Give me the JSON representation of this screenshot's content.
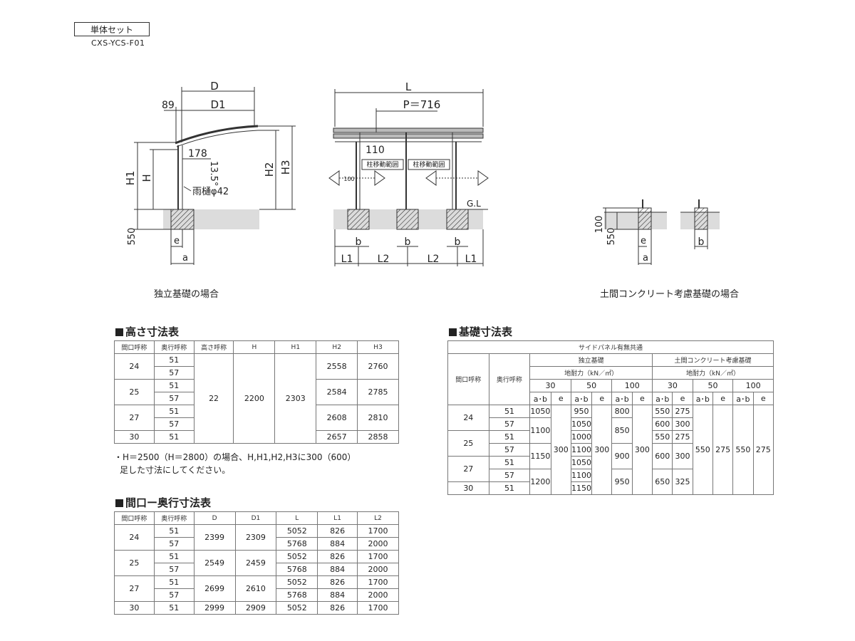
{
  "header": {
    "tag": "単体セット",
    "model": "CXS-YCS-F01"
  },
  "diagram": {
    "side": {
      "D": "D",
      "D1": "D1",
      "d89": "89",
      "H1": "H1",
      "H": "H",
      "H2": "H2",
      "H3": "H3",
      "d178": "178",
      "angle": "13.5°",
      "gutter": "雨樋φ42",
      "d550": "550",
      "e": "e",
      "a": "a"
    },
    "front": {
      "L": "L",
      "P": "P＝716",
      "d110": "110",
      "range1": "柱移動範囲",
      "range2": "柱移動範囲",
      "d100": "100",
      "gl": "G.L",
      "b": "b",
      "L1": "L1",
      "L2": "L2"
    },
    "detail": {
      "d100": "100",
      "d550": "550",
      "e": "e",
      "a": "a",
      "b": "b"
    },
    "caption_left": "独立基礎の場合",
    "caption_right": "土間コンクリート考慮基礎の場合"
  },
  "height_table": {
    "title": "高さ寸法表",
    "headers": [
      "間口呼称",
      "奥行呼称",
      "高さ呼称",
      "H",
      "H1",
      "H2",
      "H3"
    ],
    "shared": {
      "height_code": "22",
      "H": "2200",
      "H1": "2303"
    },
    "groups": [
      {
        "width": "24",
        "rows": [
          {
            "depth": "51"
          },
          {
            "depth": "57"
          }
        ],
        "H2": "2558",
        "H3": "2760"
      },
      {
        "width": "25",
        "rows": [
          {
            "depth": "51"
          },
          {
            "depth": "57"
          }
        ],
        "H2": "2584",
        "H3": "2785"
      },
      {
        "width": "27",
        "rows": [
          {
            "depth": "51"
          },
          {
            "depth": "57"
          }
        ],
        "H2": "2608",
        "H3": "2810"
      },
      {
        "width": "30",
        "rows": [
          {
            "depth": "51"
          }
        ],
        "H2": "2657",
        "H3": "2858"
      }
    ],
    "note1": "・H＝2500（H＝2800）の場合、H,H1,H2,H3に300（600）",
    "note2": "足した寸法にしてください。"
  },
  "width_table": {
    "title": "間口ー奥行寸法表",
    "headers": [
      "間口呼称",
      "奥行呼称",
      "D",
      "D1",
      "L",
      "L1",
      "L2"
    ],
    "groups": [
      {
        "width": "24",
        "rows": [
          {
            "depth": "51",
            "L": "5052",
            "L1": "826",
            "L2": "1700"
          },
          {
            "depth": "57",
            "L": "5768",
            "L1": "884",
            "L2": "2000"
          }
        ],
        "D": "2399",
        "D1": "2309"
      },
      {
        "width": "25",
        "rows": [
          {
            "depth": "51",
            "L": "5052",
            "L1": "826",
            "L2": "1700"
          },
          {
            "depth": "57",
            "L": "5768",
            "L1": "884",
            "L2": "2000"
          }
        ],
        "D": "2549",
        "D1": "2459"
      },
      {
        "width": "27",
        "rows": [
          {
            "depth": "51",
            "L": "5052",
            "L1": "826",
            "L2": "1700"
          },
          {
            "depth": "57",
            "L": "5768",
            "L1": "884",
            "L2": "2000"
          }
        ],
        "D": "2699",
        "D1": "2610"
      },
      {
        "width": "30",
        "rows": [
          {
            "depth": "51",
            "L": "5052",
            "L1": "826",
            "L2": "1700"
          }
        ],
        "D": "2999",
        "D1": "2909"
      }
    ]
  },
  "foundation_table": {
    "title": "基礎寸法表",
    "top_header": "サイドパネル有無共通",
    "col_width": "間口呼称",
    "col_depth": "奥行呼称",
    "independent": "独立基礎",
    "doma": "土間コンクリート考慮基礎",
    "bearing": "地耐力（kN／㎡）",
    "bearings": [
      "30",
      "50",
      "100"
    ],
    "ab": "a･b",
    "e": "e",
    "rows": [
      {
        "width": "24",
        "depth": "51"
      },
      {
        "depth": "57"
      },
      {
        "width": "25",
        "depth": "51"
      },
      {
        "depth": "57"
      },
      {
        "width": "27",
        "depth": "51"
      },
      {
        "depth": "57"
      },
      {
        "width": "30",
        "depth": "51"
      }
    ],
    "ind30_ab": [
      "1050",
      "1100",
      "1150",
      "1200"
    ],
    "ind30_e": "300",
    "ind50_ab": [
      "950",
      "1050",
      "1000",
      "1100",
      "1050",
      "1100",
      "1150"
    ],
    "ind50_e": "300",
    "ind100_ab": [
      "800",
      "850",
      "900",
      "950"
    ],
    "ind100_e": "300",
    "doma30": [
      {
        "ab": "550",
        "e": "275"
      },
      {
        "ab": "600",
        "e": "300"
      },
      {
        "ab": "550",
        "e": "275"
      },
      {
        "ab": "600",
        "e": "300"
      },
      {
        "ab": "650",
        "e": "325"
      }
    ],
    "doma_rest": {
      "ab50": "550",
      "e50": "275",
      "ab100": "550",
      "e100": "275"
    }
  }
}
